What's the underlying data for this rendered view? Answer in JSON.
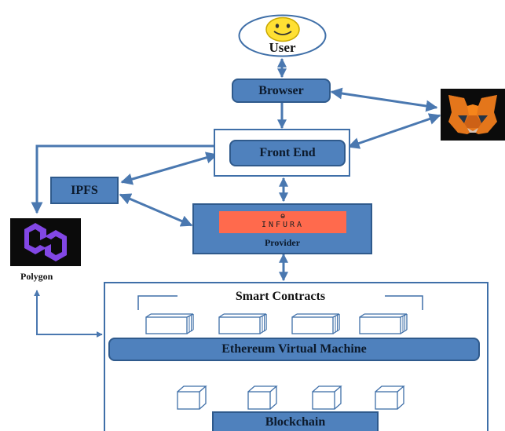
{
  "nodes": {
    "user": {
      "label": "User"
    },
    "browser": {
      "label": "Browser"
    },
    "front_end": {
      "label": "Front End"
    },
    "ipfs": {
      "label": "IPFS"
    },
    "provider": {
      "label": "Provider",
      "logo_text": "INFURA",
      "logo_mark": "ⱺ"
    },
    "polygon": {
      "label": "Polygon"
    },
    "smart_contracts": {
      "label": "Smart Contracts"
    },
    "evm": {
      "label": "Ethereum Virtual Machine"
    },
    "blockchain": {
      "label": "Blockchain"
    }
  },
  "colors": {
    "box_fill": "#4f81bd",
    "box_border": "#2f5a8c",
    "arrow": "#4a78b0",
    "infura": "#ff6a4d",
    "polygon_bg": "#0b0b0b",
    "polygon_mark": "#8247e5",
    "metamask_bg": "#0b0b0b",
    "smiley": "#ffe033"
  },
  "icons": [
    "smiley-icon",
    "metamask-fox-icon",
    "infura-logo",
    "polygon-logo",
    "contract-block-icon",
    "block-icon"
  ]
}
